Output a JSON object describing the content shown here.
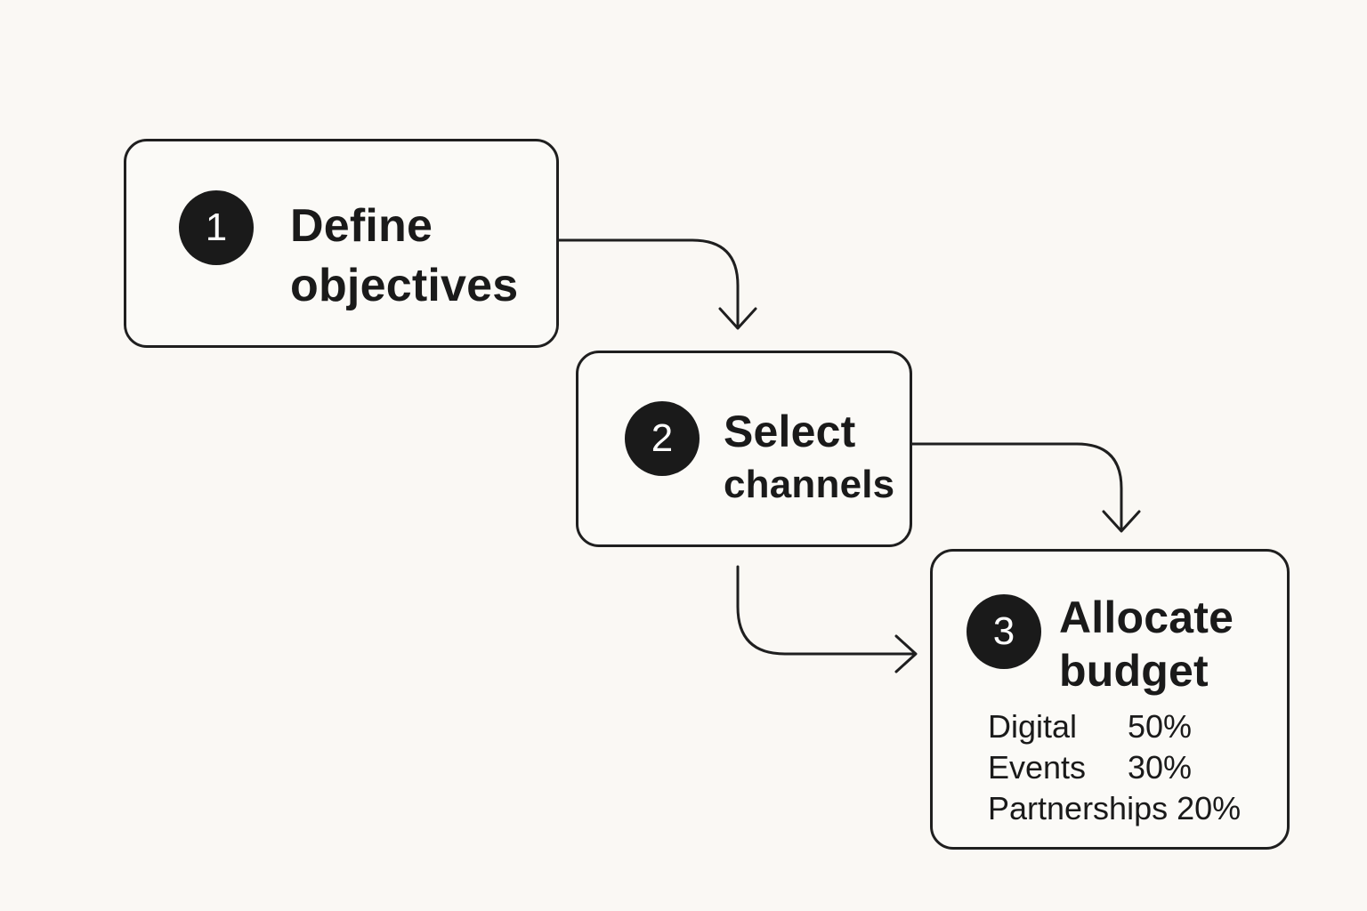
{
  "steps": [
    {
      "number": "1",
      "title_lines": [
        "Define",
        "objectives"
      ]
    },
    {
      "number": "2",
      "title_lines": [
        "Select",
        "channels"
      ]
    },
    {
      "number": "3",
      "title_lines": [
        "Allocate",
        "budget"
      ]
    }
  ],
  "allocation": [
    {
      "label": "Digital",
      "value": "50%"
    },
    {
      "label": "Events",
      "value": "30%"
    },
    {
      "label": "Partnerships",
      "value": "20%"
    }
  ],
  "colors": {
    "background": "#faf8f4",
    "ink": "#1a1a1a",
    "badge_text": "#ffffff"
  }
}
